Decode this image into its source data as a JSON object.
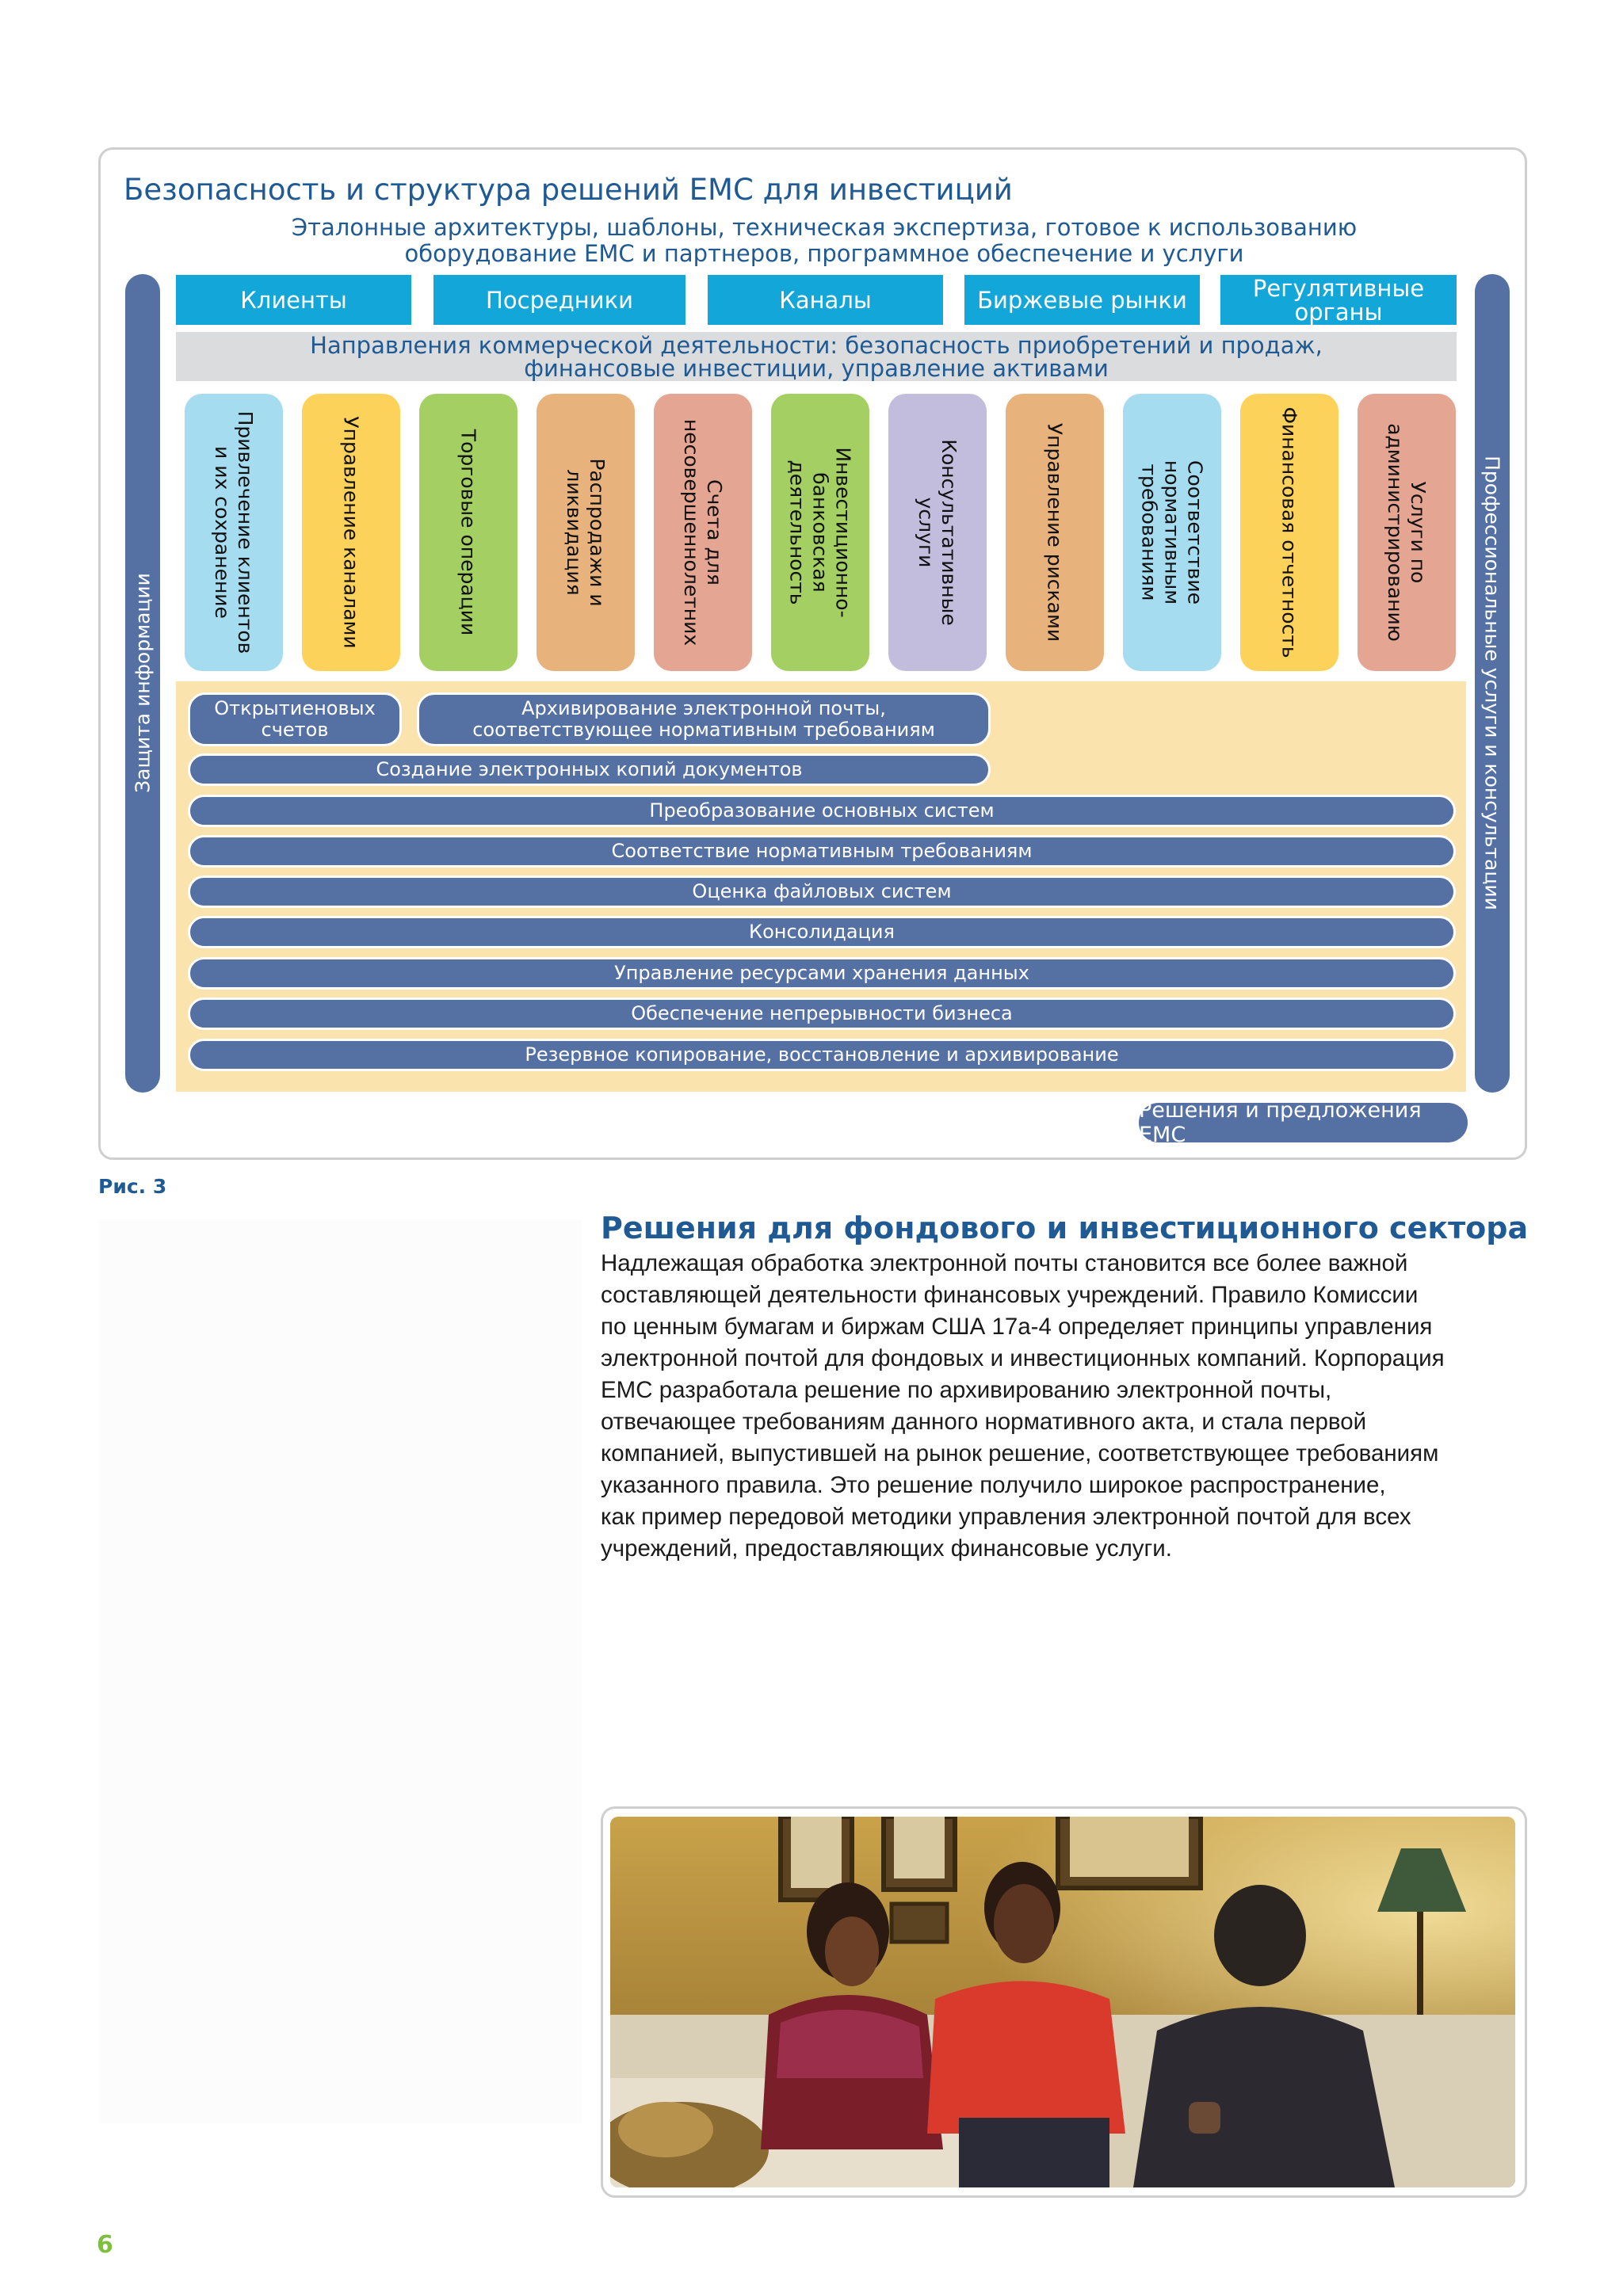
{
  "figure": {
    "title": "Безопасность и структура решений EMC для инвестиций",
    "subtitle_line1": "Эталонные архитектуры, шаблоны, техническая экспертиза, готовое к использованию",
    "subtitle_line2": "оборудование EMC и партнеров, программное обеспечение и услуги",
    "left_bar": "Защита информации",
    "right_bar": "Профессиональные услуги и консультации",
    "top_boxes": [
      "Клиенты",
      "Посредники",
      "Каналы",
      "Биржевые рынки",
      "Регулятивные органы"
    ],
    "band_line1": "Направления коммерческой деятельности: безопасность приобретений и продаж,",
    "band_line2": "финансовые инвестиции, управление активами",
    "pillars": [
      {
        "label": "Привлечение клиентов и их сохранение",
        "color": "#a6dcef"
      },
      {
        "label": "Управление каналами",
        "color": "#fdd25a"
      },
      {
        "label": "Торговые операции",
        "color": "#a4cf63"
      },
      {
        "label": "Распродажи и ликвидация",
        "color": "#e8b27c"
      },
      {
        "label": "Счета для несовершеннолетних",
        "color": "#e4a592"
      },
      {
        "label": "Инвестиционно-банковская деятельность",
        "color": "#a4cf63"
      },
      {
        "label": "Консультативные услуги",
        "color": "#c2bddc"
      },
      {
        "label": "Управление рисками",
        "color": "#e8b27c"
      },
      {
        "label": "Соответствие нормативным требованиям",
        "color": "#a6dcef"
      },
      {
        "label": "Финансовая отчетность",
        "color": "#fdd25a"
      },
      {
        "label": "Услуги по администрированию",
        "color": "#e4a592"
      }
    ],
    "bars": {
      "account_opening": "Открытиеновых счетов",
      "email_archiving": "Архивирование электронной почты, соответствующее нормативным требованиям",
      "doc_copies": "Создание электронных копий документов",
      "core_transform": "Преобразование основных систем",
      "compliance": "Соответствие нормативным требованиям",
      "fs_assessment": "Оценка файловых систем",
      "consolidation": "Консолидация",
      "storage_mgmt": "Управление ресурсами хранения данных",
      "continuity": "Обеспечение непрерывности бизнеса",
      "backup": "Резервное копирование, восстановление и архивирование"
    },
    "badge": "Решения и предложения EMC",
    "caption": "Рис. 3"
  },
  "article": {
    "title": "Решения для фондового и инвестиционного сектора",
    "lines": [
      "Надлежащая обработка электронной почты становится все более важной",
      "составляющей деятельности финансовых учреждений. Правило Комиссии",
      "по ценным бумагам и биржам США 17a-4 определяет принципы управления",
      "электронной почтой для фондовых и инвестиционных компаний. Корпорация",
      "EMC разработала решение по архивированию электронной почты,",
      "отвечающее требованиям данного нормативного акта, и стала первой",
      "компанией, выпустившей на рынок решение, соответствующее требованиям",
      "указанного правила. Это решение получило широкое распространение,",
      "как пример передовой методики управления электронной почтой для всех",
      "учреждений, предоставляющих финансовые услуги."
    ]
  },
  "page_number": "6",
  "colors": {
    "accent_blue": "#1f5a94",
    "bar_blue": "#5570a2",
    "cyan": "#13a7d9",
    "page_number_green": "#7fbf3f"
  }
}
